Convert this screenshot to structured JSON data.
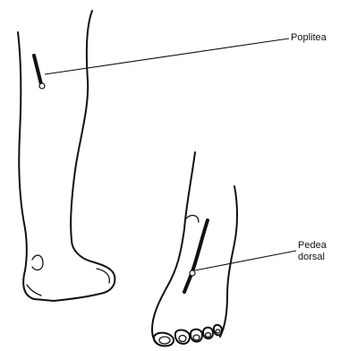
{
  "labels": {
    "popliteal": "Poplitea",
    "pedal_line1": "Pedea",
    "pedal_line2": "dorsal"
  },
  "colors": {
    "ink": "#111111",
    "background": "#ffffff"
  }
}
